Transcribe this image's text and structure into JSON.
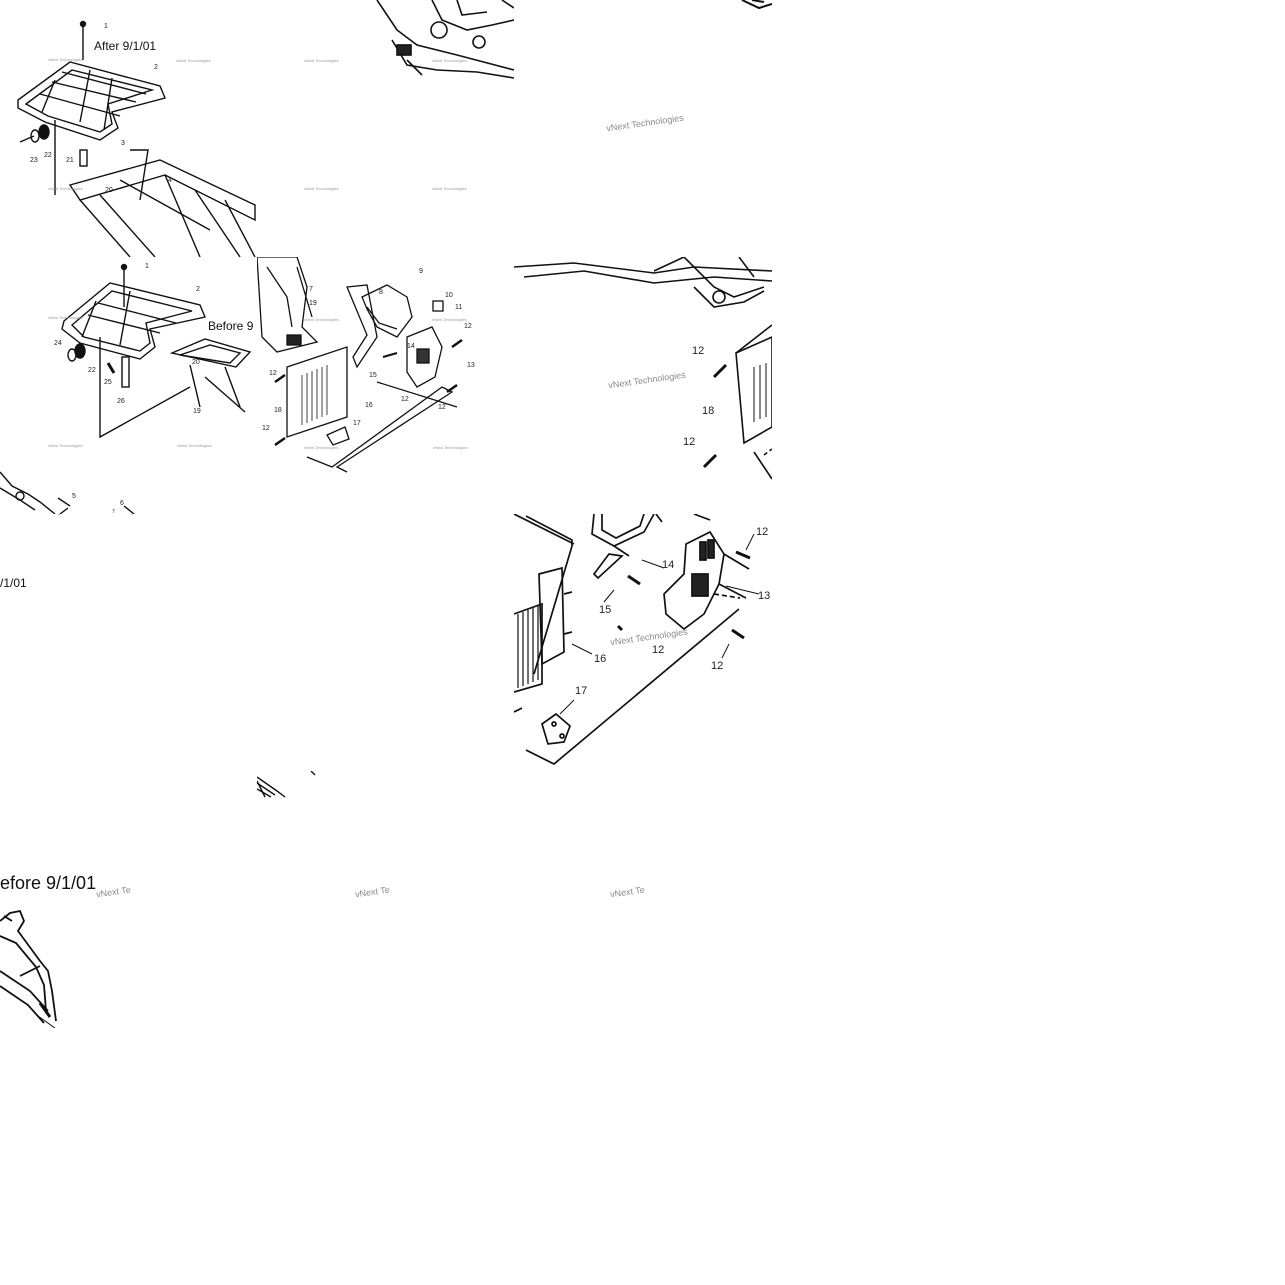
{
  "captions": {
    "after": "After 9/1/01",
    "before_cut_mid": "Before 9",
    "before_cut_right": "/1/01",
    "before_cut_bottom": "efore 9/1/01"
  },
  "watermark": "vNext Technologies",
  "watermark_fragment": "vNext Te",
  "callouts_top": [
    "1",
    "2",
    "3",
    "4",
    "20",
    "21",
    "22",
    "23"
  ],
  "callouts_mid_left": [
    "1",
    "2",
    "24",
    "22",
    "25",
    "26",
    "20",
    "19"
  ],
  "callouts_mid_center": [
    "7",
    "9",
    "19",
    "8",
    "10",
    "11",
    "12",
    "14",
    "13",
    "15",
    "12",
    "12",
    "18",
    "16",
    "12",
    "17"
  ],
  "callouts_mid_right": [
    "12",
    "18",
    "12"
  ],
  "callouts_bottom_left": [
    "5",
    "6",
    "7"
  ],
  "callouts_zoom": [
    "12",
    "14",
    "13",
    "15",
    "12",
    "12",
    "16",
    "17"
  ]
}
